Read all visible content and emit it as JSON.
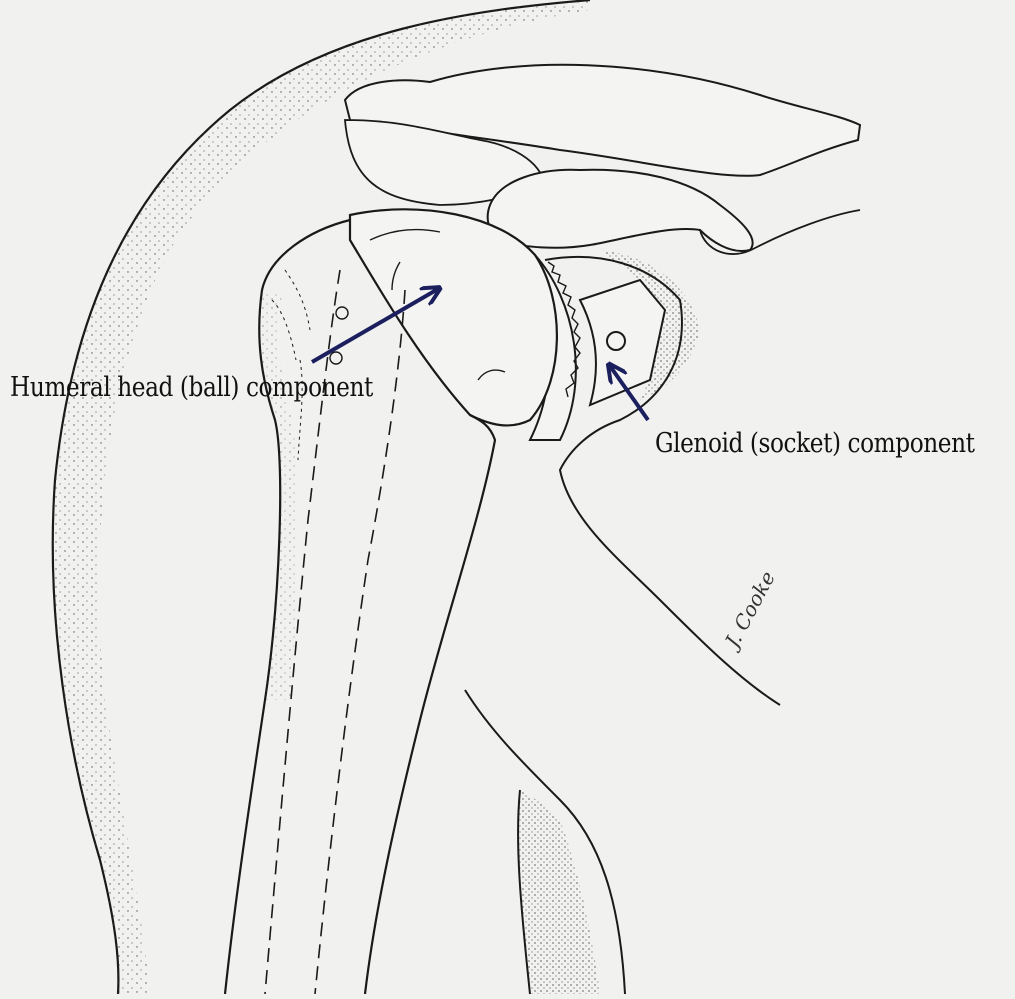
{
  "labels": {
    "humeral": "Humeral head (ball) component",
    "glenoid": "Glenoid (socket) component"
  },
  "signature": "J. Cooke",
  "colors": {
    "background": "#f1f1f0",
    "ink": "#1a1a1a",
    "arrow": "#1b1f5e"
  }
}
